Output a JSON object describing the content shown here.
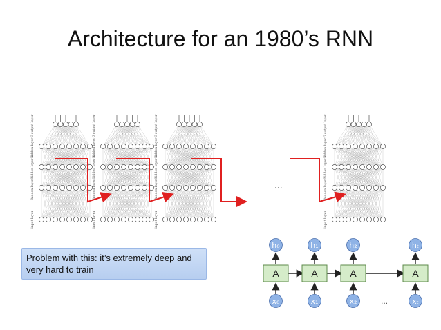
{
  "slide": {
    "title": "Architecture for an 1980’s RNN",
    "ellipsis_top": "...",
    "callout_text": "Problem with this: it’s extremely deep and very hard to train"
  },
  "networks": {
    "layer_labels": [
      "input layer",
      "hidden layer 1",
      "hidden layer 2",
      "hidden layer 3",
      "output layer"
    ]
  },
  "rnn_unrolled": {
    "cell_label": "A",
    "hidden_labels": [
      "h₀",
      "h₁",
      "h₂",
      "hₜ"
    ],
    "input_labels": [
      "x₀",
      "x₁",
      "x₂",
      "xₜ"
    ],
    "ellipsis": "..."
  },
  "colors": {
    "recurrent_arrow": "#e02020",
    "cell_fill": "#d5ecc9",
    "cell_stroke": "#5d8a4a",
    "node_fill": "#8fb3e6",
    "callout_fill": "#c3d6f4"
  }
}
